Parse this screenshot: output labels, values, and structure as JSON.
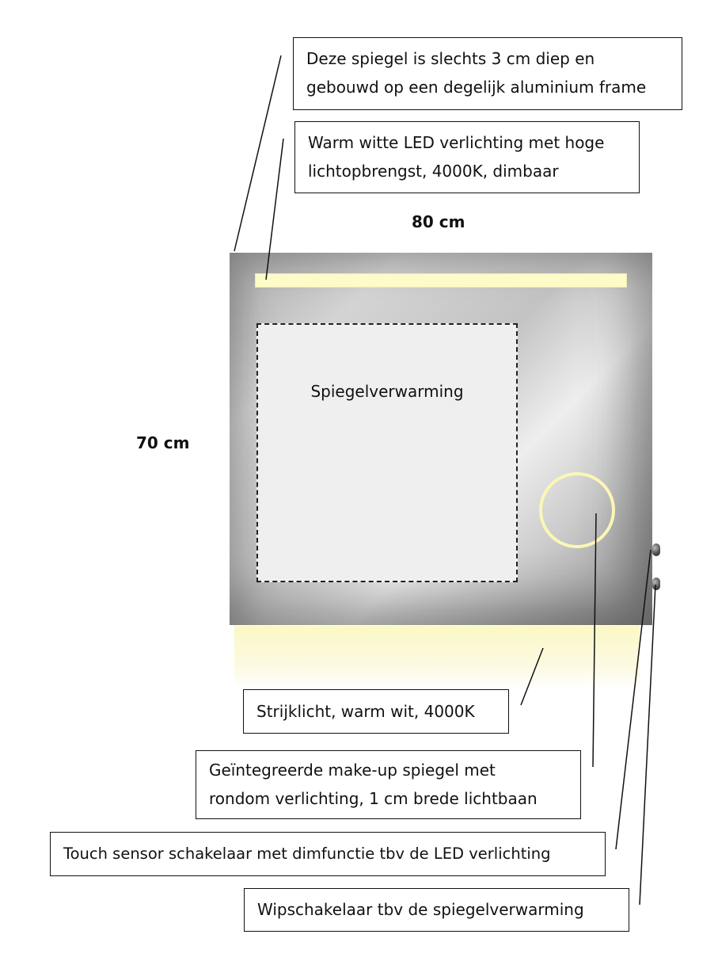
{
  "dimensions": {
    "width": "80 cm",
    "height": "70 cm"
  },
  "mirror": {
    "heater_label": "Spiegelverwarming"
  },
  "callouts": {
    "depth_line1": "Deze spiegel is slechts 3 cm diep en",
    "depth_line2": "gebouwd op een degelijk aluminium frame",
    "led_line1": "Warm witte LED verlichting met hoge",
    "led_line2": "lichtopbrengst, 4000K, dimbaar",
    "ambient": "Strijklicht, warm wit, 4000K",
    "makeup_line1": "Geïntegreerde make-up spiegel met",
    "makeup_line2": "rondom verlichting, 1 cm brede lichtbaan",
    "touch": "Touch sensor schakelaar met dimfunctie tbv de LED verlichting",
    "switch": "Wipschakelaar tbv de spiegelverwarming"
  },
  "colors": {
    "led": "#fdfbc8",
    "heater_fill": "#efefef",
    "outline": "#111111"
  }
}
